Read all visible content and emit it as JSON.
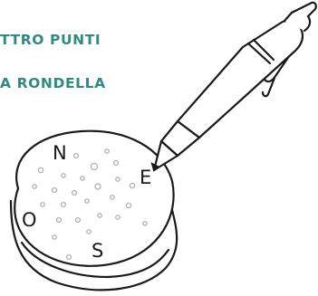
{
  "captions": {
    "line1": "TTRO PUNTI",
    "line2": "A RONDELLA"
  },
  "compass": {
    "north": "N",
    "east": "E",
    "south": "S",
    "west": "O"
  },
  "colors": {
    "caption": "#2f8a84",
    "ink": "#1a1a1a",
    "dots": "#b5b5b5",
    "background": "#ffffff"
  },
  "illustration": {
    "subject": "pen marking cardinal points on a round washer",
    "icons": [
      "pen-icon",
      "washer-icon"
    ]
  }
}
